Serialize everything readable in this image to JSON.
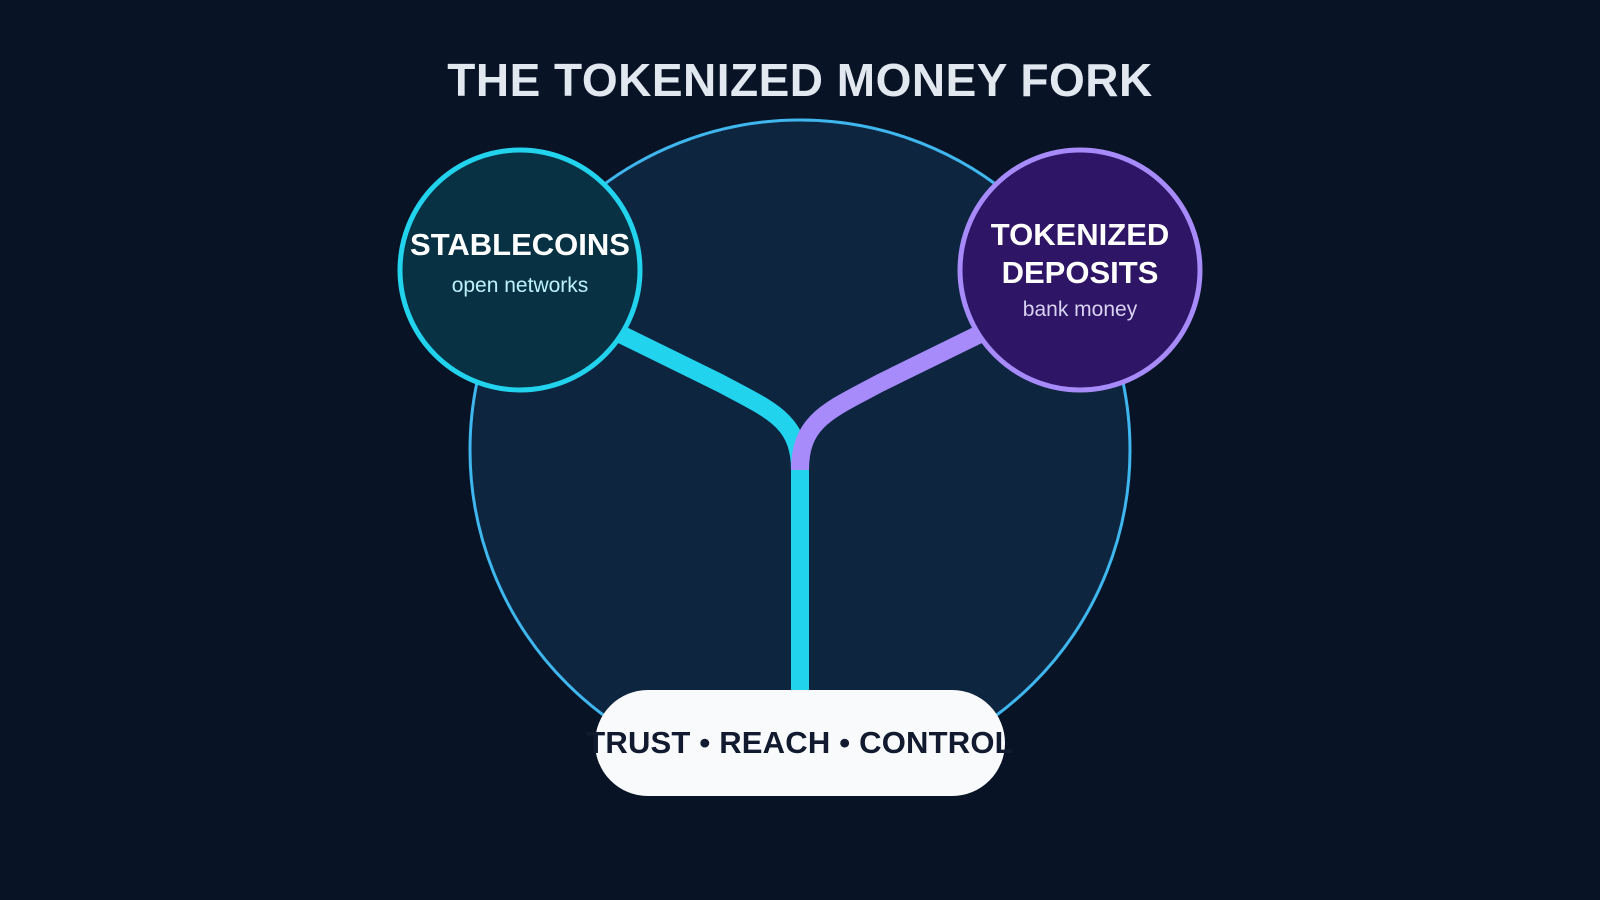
{
  "title": "THE TOKENIZED MONEY FORK",
  "left_node": {
    "label": "STABLECOINS",
    "sublabel": "open networks"
  },
  "right_node": {
    "label": "TOKENIZED DEPOSITS",
    "sublabel": "bank money"
  },
  "base": {
    "label": "TRUST • REACH • CONTROL"
  },
  "colors": {
    "background": "#081325",
    "outer_circle_fill": "#0e2540",
    "outer_circle_stroke": "#3fb7ee",
    "stablecoin_accent": "#22d3ee",
    "stablecoin_fill": "#083244",
    "deposit_accent": "#a78bfa",
    "deposit_fill": "#2e1565",
    "pill_fill": "#f8fafc",
    "pill_text": "#111a2e",
    "title_text": "#e2e8f0"
  }
}
